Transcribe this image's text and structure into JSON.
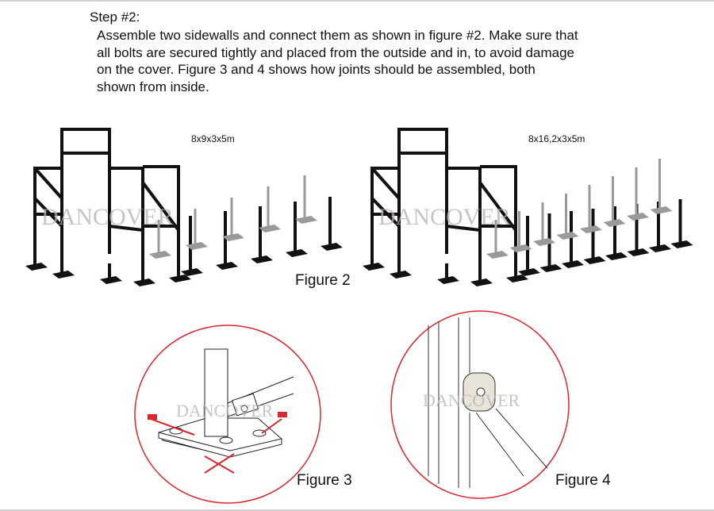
{
  "step_title": "Step #2:",
  "instructions": [
    "Assemble two sidewalls and connect them as shown in figure #2. Make sure that",
    "all bolts are secured tightly and placed from the outside and in, to avoid damage",
    "on the cover. Figure 3 and 4 shows how  joints should be assembled, both",
    "shown from inside."
  ],
  "figure2": {
    "label": "Figure 2",
    "left_size": "8x9x3x5m",
    "right_size": "8x16,2x3x5m"
  },
  "figure3": {
    "label": "Figure 3"
  },
  "figure4": {
    "label": "Figure 4"
  },
  "watermark": "DANCOVER",
  "colors": {
    "accent_red": "#d9282f",
    "line": "#111111",
    "grey": "#9a9a9a"
  }
}
